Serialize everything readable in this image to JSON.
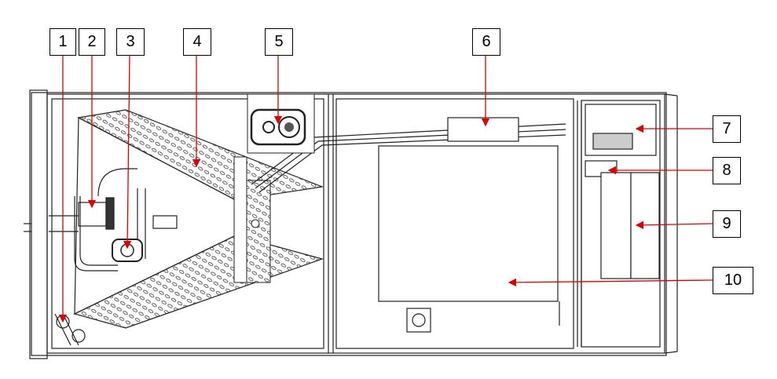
{
  "callouts": [
    "1",
    "2",
    "3",
    "4",
    "5",
    "6",
    "7",
    "8",
    "9",
    "10"
  ],
  "colors": {
    "leader": "#e00000",
    "line": "#222222"
  }
}
